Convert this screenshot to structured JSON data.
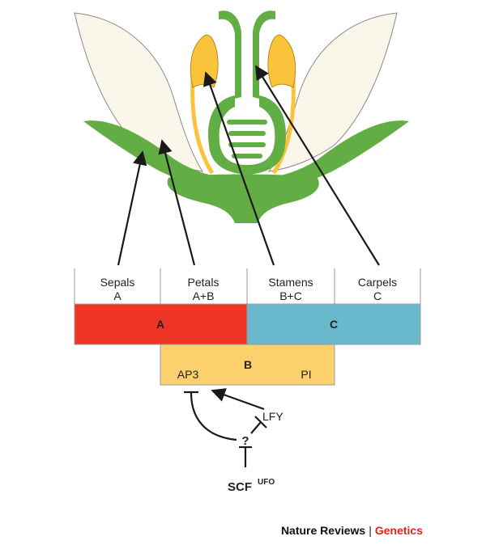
{
  "whorls": [
    {
      "name": "Sepals",
      "genes": "A"
    },
    {
      "name": "Petals",
      "genes": "A+B"
    },
    {
      "name": "Stamens",
      "genes": "B+C"
    },
    {
      "name": "Carpels",
      "genes": "C"
    }
  ],
  "classes": {
    "a_label": "A",
    "c_label": "C",
    "b_label": "B",
    "b_gene_left": "AP3",
    "b_gene_right": "PI"
  },
  "regulators": {
    "lfy": "LFY",
    "unknown": "?",
    "scf": "SCF",
    "scf_super": "UFO"
  },
  "credit": {
    "journal": "Nature Reviews",
    "section": "Genetics"
  },
  "colors": {
    "a_region": "#ee3424",
    "b_region": "#fdd06e",
    "c_region": "#6ab8cc",
    "sepal_green": "#63ad45",
    "petal_cream": "#fbf6ea",
    "stamen_yellow": "#f9c33c",
    "section_red": "#e2231a"
  }
}
